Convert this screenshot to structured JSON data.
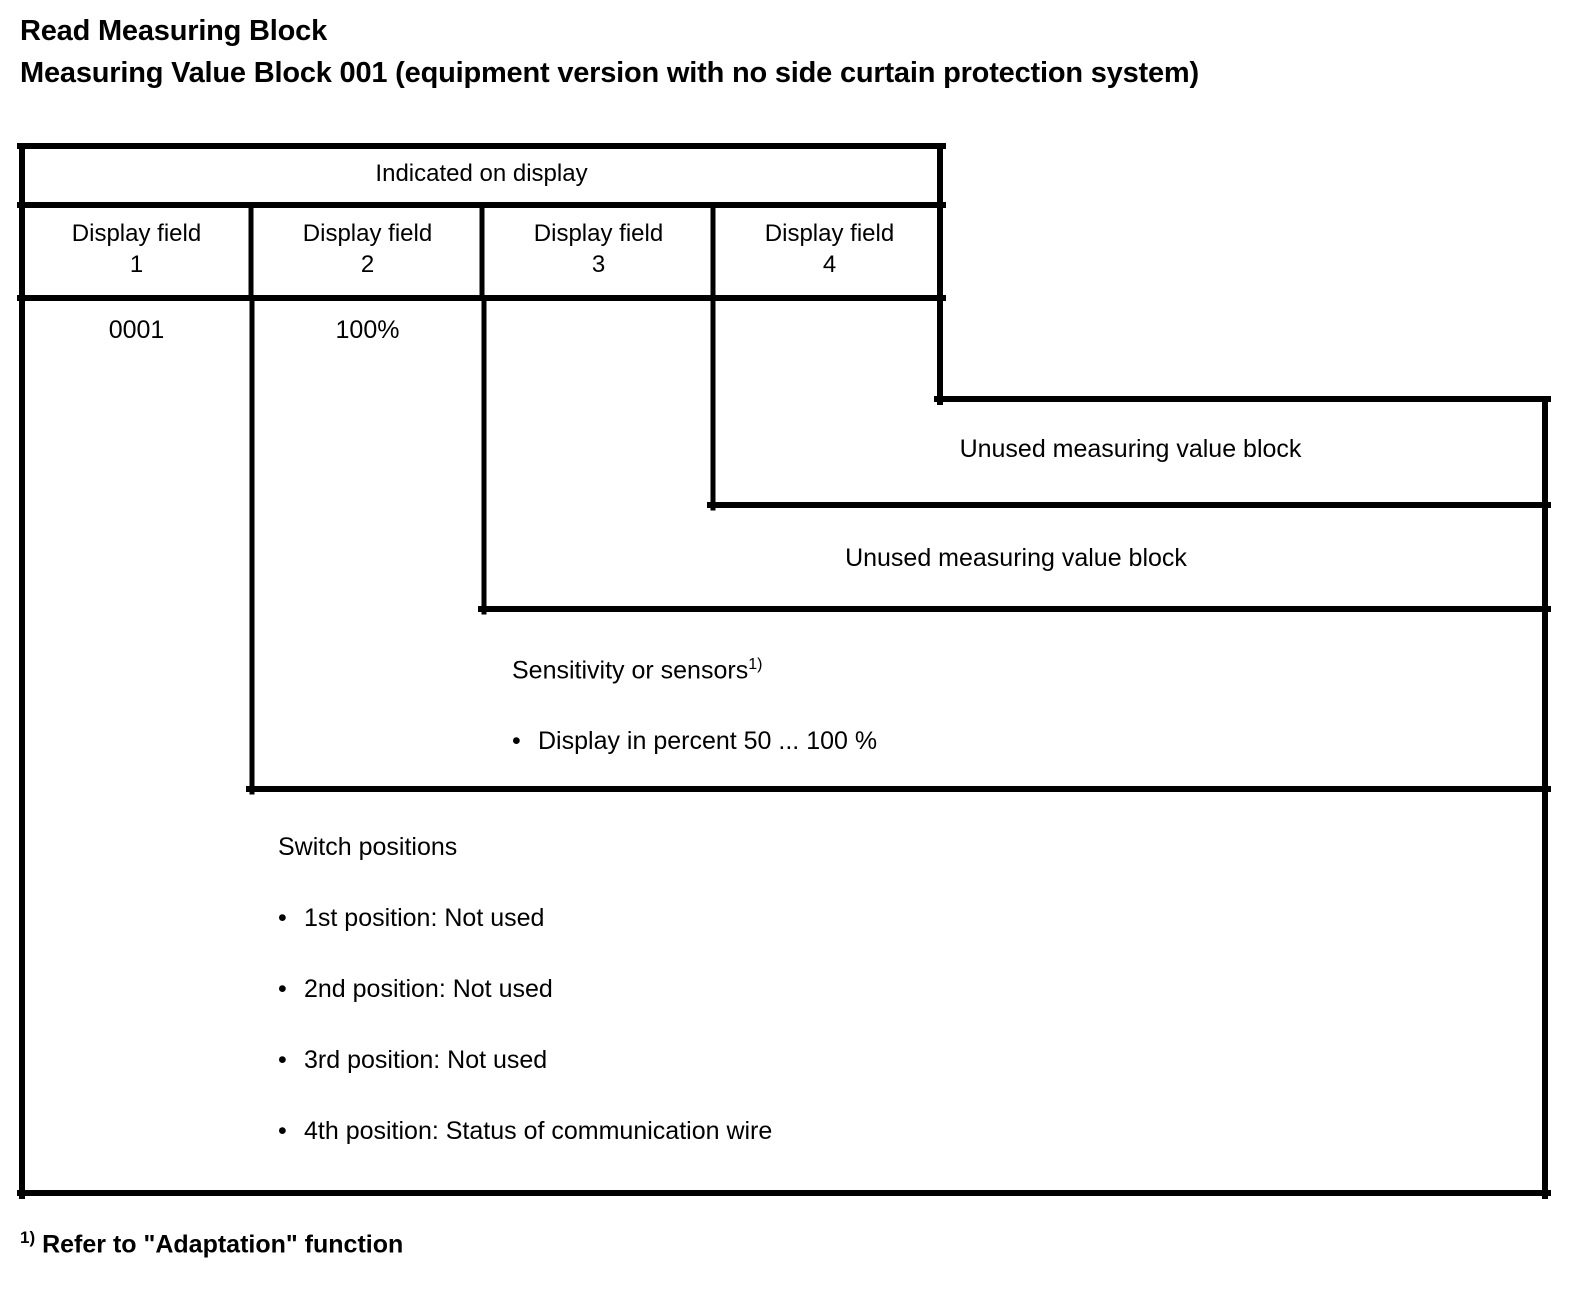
{
  "document": {
    "title_line_1": "Read Measuring Block",
    "title_line_2": "Measuring Value Block 001 (equipment version with no side curtain protection system)"
  },
  "table": {
    "main_header": "Indicated on display",
    "columns": [
      {
        "label": "Display field",
        "number": "1",
        "value": "0001"
      },
      {
        "label": "Display field",
        "number": "2",
        "value": "100%"
      },
      {
        "label": "Display field",
        "number": "3",
        "value": ""
      },
      {
        "label": "Display field",
        "number": "4",
        "value": ""
      }
    ]
  },
  "annotations": {
    "field4_note": "Unused measuring value block",
    "field3_note": "Unused measuring value block",
    "field2_title": "Sensitivity or sensors",
    "field2_marker": "1)",
    "field2_bullets": [
      "Display in percent 50 ... 100 %"
    ],
    "field1_title": "Switch positions",
    "field1_bullets": [
      "1st position: Not used",
      "2nd position: Not used",
      "3rd position: Not used",
      "4th position: Status of communication wire"
    ],
    "bullet_glyph": "•"
  },
  "footnote": {
    "marker": "1)",
    "text": "Refer to \"Adaptation\" function"
  },
  "colors": {
    "line": "#000000",
    "text": "#000000",
    "background": "#ffffff"
  }
}
